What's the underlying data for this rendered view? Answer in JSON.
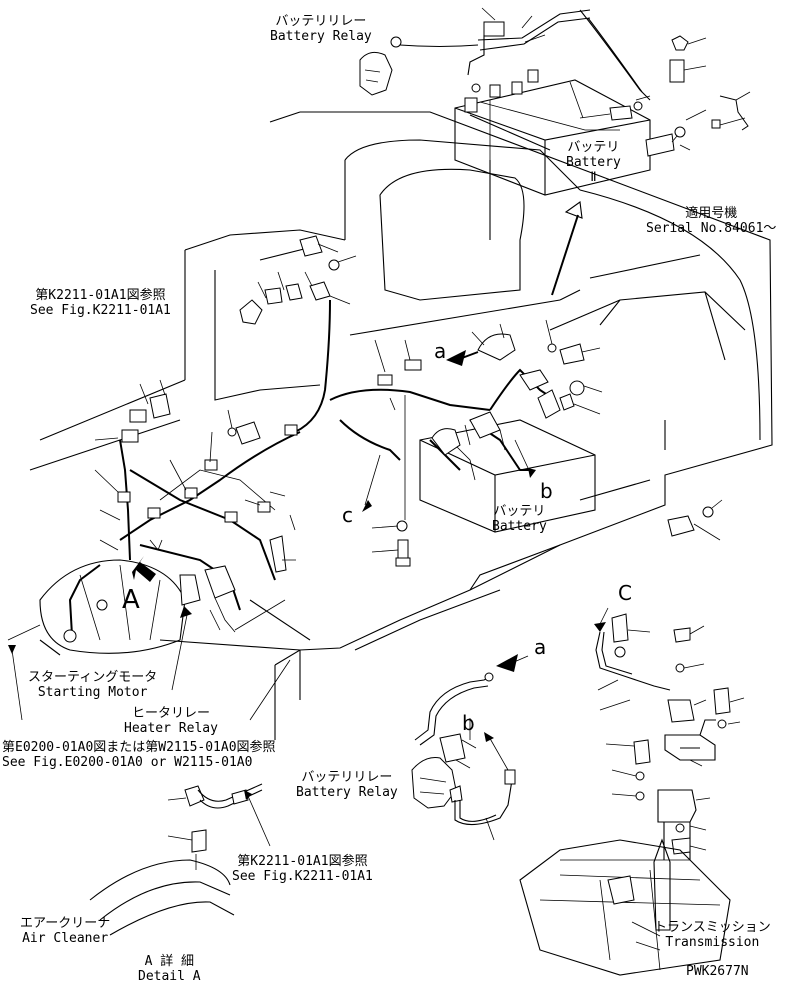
{
  "labels": {
    "battery_relay_top_jp": "バッテリリレー",
    "battery_relay_top_en": "Battery Relay",
    "battery_jp": "バッテリ",
    "battery_en": "Battery",
    "battery_qty": "Ⅱ",
    "serial_jp": "適用号機",
    "serial_en": "Serial No.84061～",
    "see_k2211_jp": "第K2211-01A1図参照",
    "see_k2211_en": "See Fig.K2211-01A1",
    "callout_a": "a",
    "callout_b": "b",
    "callout_c": "c",
    "battery_lower_jp": "バッテリ",
    "battery_lower_en": "Battery",
    "view_a": "A",
    "starting_motor_jp": "スターティングモータ",
    "starting_motor_en": "Starting Motor",
    "heater_relay_jp": "ヒータリレー",
    "heater_relay_en": "Heater Relay",
    "see_e0200_jp": "第E0200-01A0図または第W2115-01A0図参照",
    "see_e0200_en": "See Fig.E0200-01A0 or W2115-01A0",
    "detail_a_letter": "a",
    "detail_b_letter": "b",
    "detail_c_letter": "C",
    "battery_relay_bottom_jp": "バッテリリレー",
    "battery_relay_bottom_en": "Battery Relay",
    "see_k2211_bottom_jp": "第K2211-01A1図参照",
    "see_k2211_bottom_en": "See Fig.K2211-01A1",
    "air_cleaner_jp": "エアークリーナ",
    "air_cleaner_en": "Air Cleaner",
    "detail_jp": "A 詳 細",
    "detail_en": "Detail A",
    "transmission_jp": "トランスミッション",
    "transmission_en": "Transmission",
    "drawing_number": "PWK2677N"
  }
}
